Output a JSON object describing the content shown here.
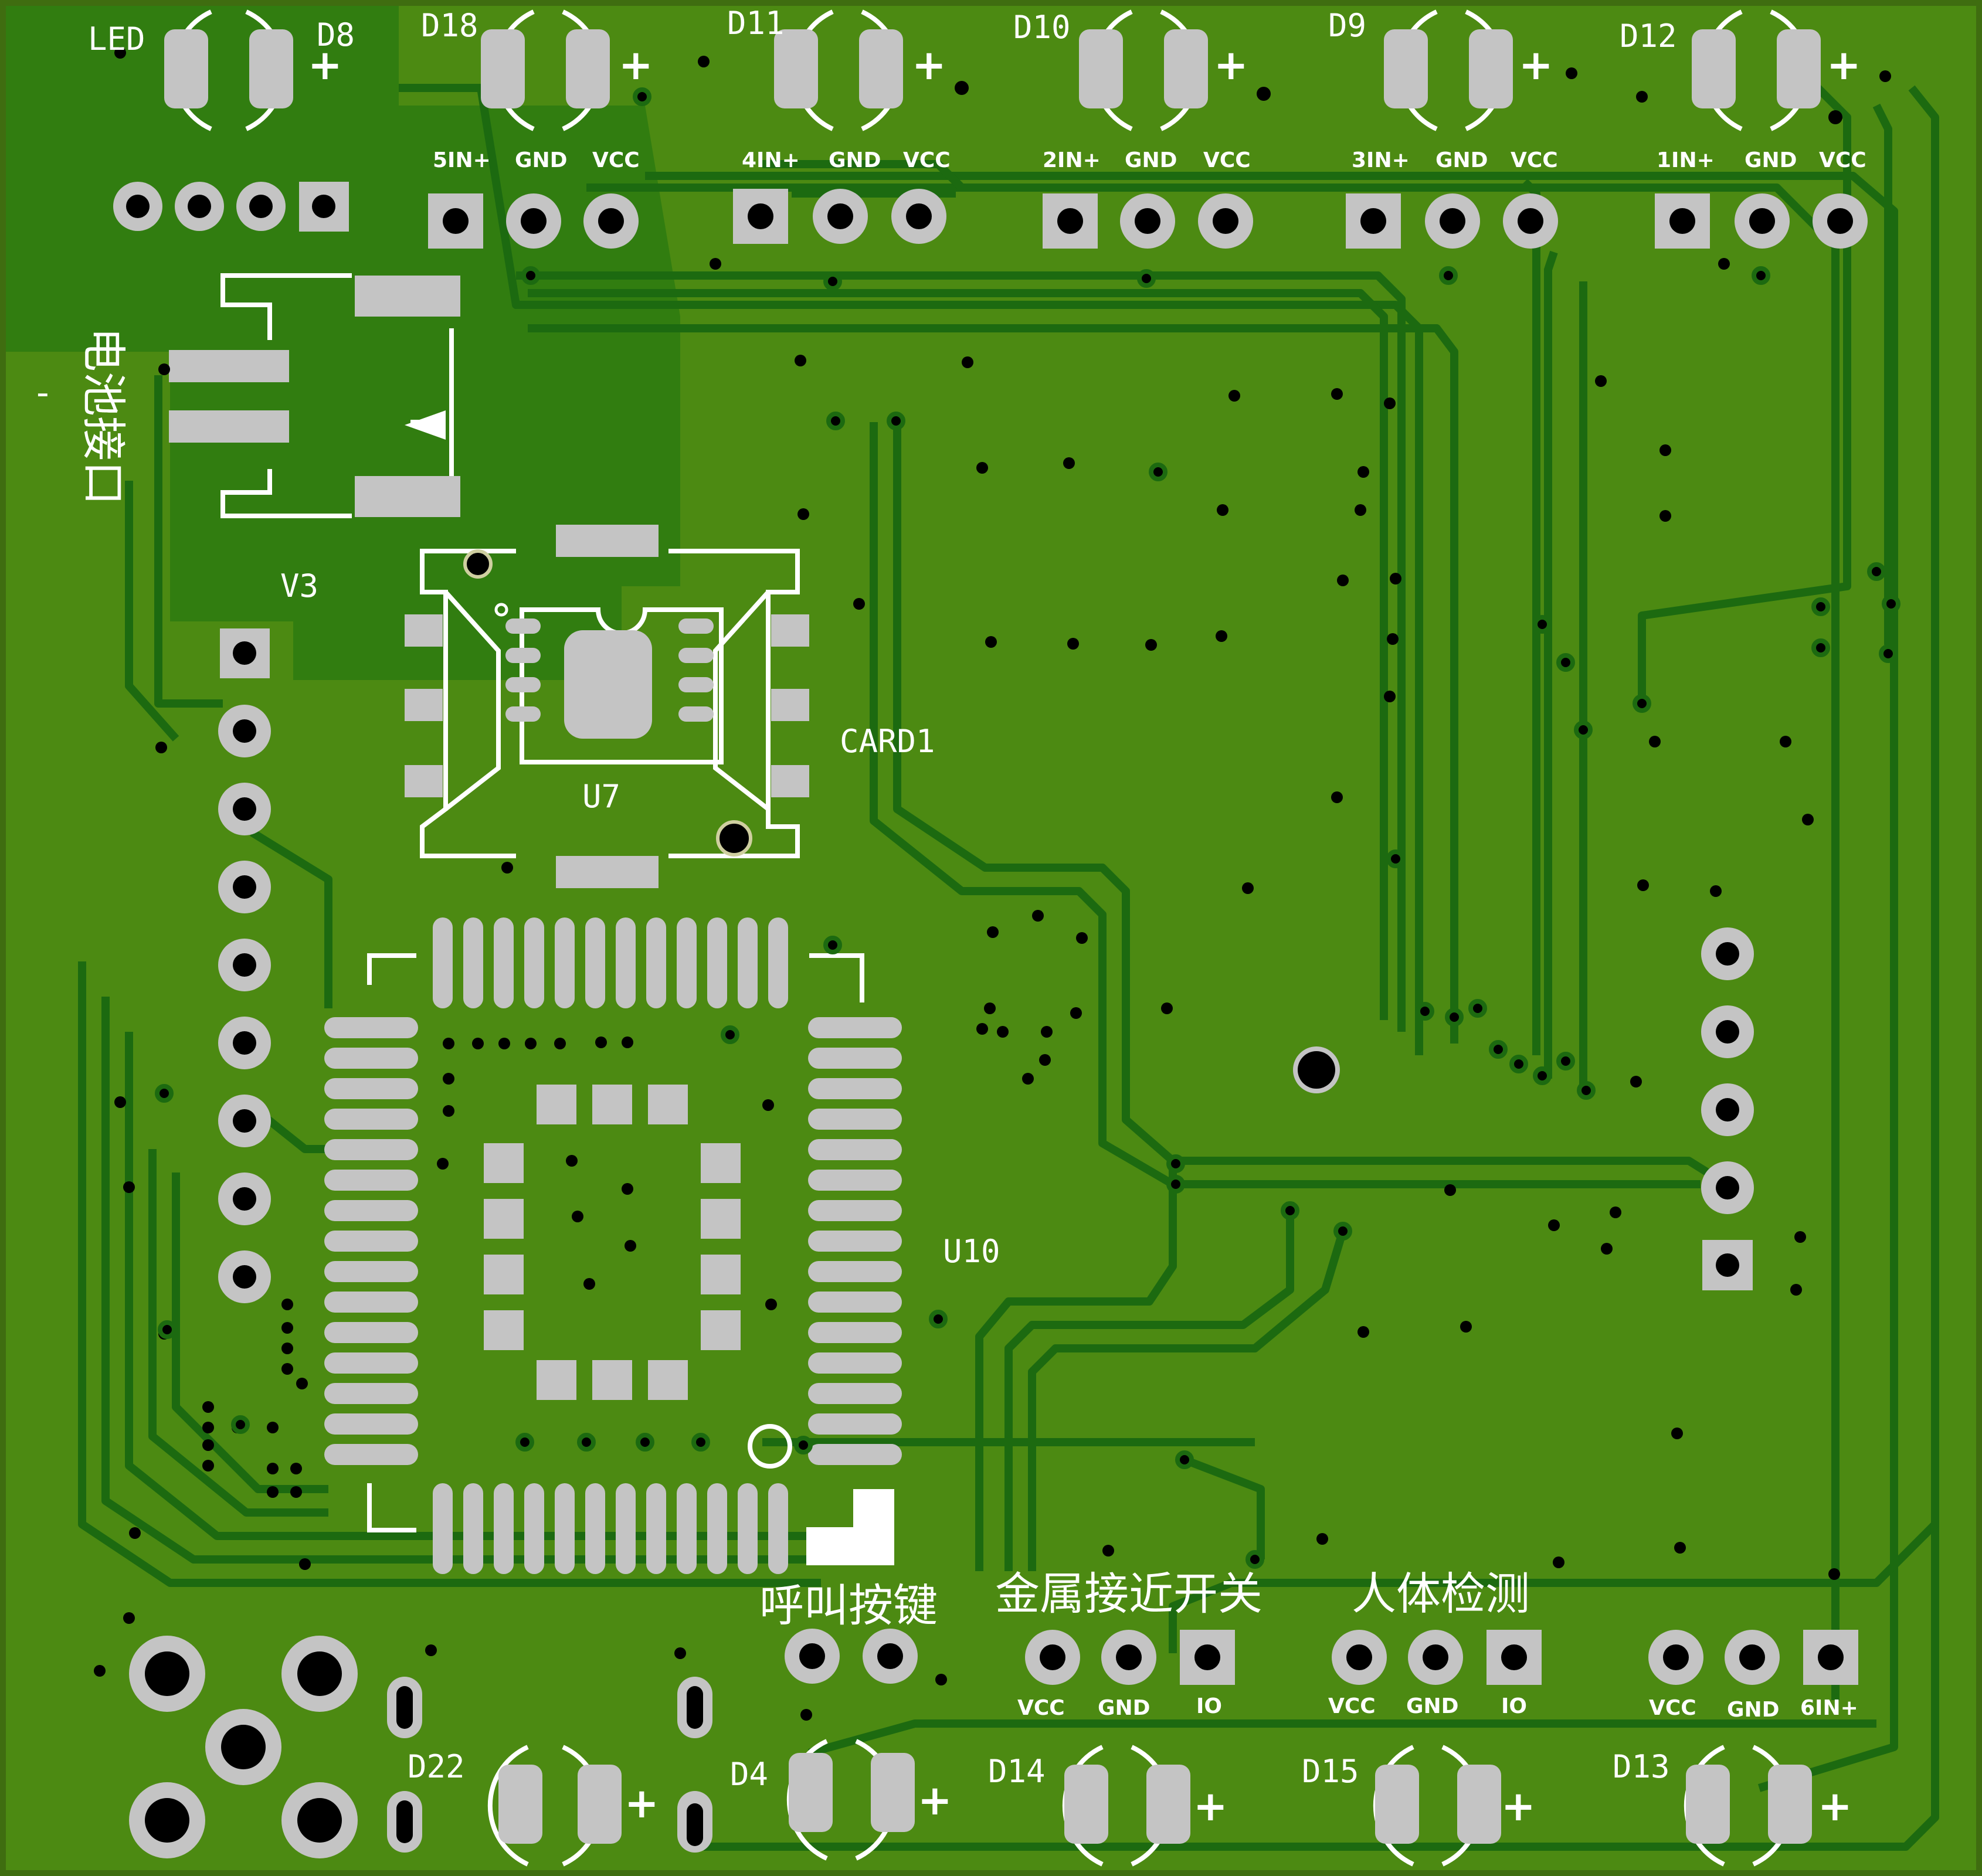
{
  "colors": {
    "board": "#4c8a12",
    "copper_pour": "#5c9a18",
    "track": "#1c6a10",
    "pad": "#c4c4c4",
    "drill": "#000000",
    "silkscreen": "#ffffff"
  },
  "designators": {
    "led": "LED",
    "d8": "D8",
    "d18": "D18",
    "d11": "D11",
    "d10": "D10",
    "d9": "D9",
    "d12": "D12",
    "d22": "D22",
    "d4": "D4",
    "d14": "D14",
    "d15": "D15",
    "d13": "D13",
    "v3": "V3",
    "u7": "U7",
    "u10": "U10",
    "card1": "CARD1"
  },
  "header_labels": {
    "h5": [
      "5IN+",
      "GND",
      "VCC"
    ],
    "h4": [
      "4IN+",
      "GND",
      "VCC"
    ],
    "h2": [
      "2IN+",
      "GND",
      "VCC"
    ],
    "h3": [
      "3IN+",
      "GND",
      "VCC"
    ],
    "h1": [
      "1IN+",
      "GND",
      "VCC"
    ],
    "metal": [
      "VCC",
      "GND",
      "IO"
    ],
    "body": [
      "VCC",
      "GND",
      "IO"
    ],
    "h6": [
      "VCC",
      "GND",
      "6IN+"
    ]
  },
  "chinese": {
    "battery": "电池接口",
    "battery_minus": "-",
    "call_button": "呼叫按键",
    "metal_switch": "金属接近开关",
    "body_detect": "人体检测"
  },
  "plus_sign": "+"
}
